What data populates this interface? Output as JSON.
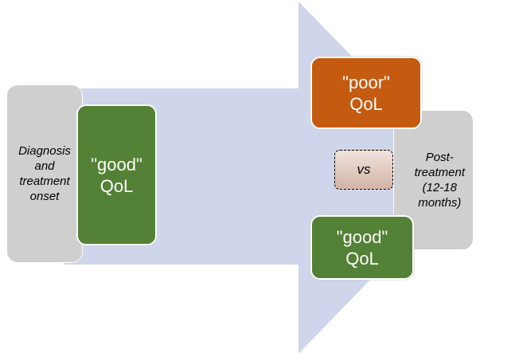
{
  "diagram": {
    "start_label": "Diagnosis\nand\ntreatment\nonset",
    "start_qol": "\"good\"\nQoL",
    "end_poor_qol": "\"poor\"\nQoL",
    "comparison": "vs",
    "end_label": "Post-\ntreatment\n(12-18\nmonths)",
    "end_good_qol": "\"good\"\nQoL"
  },
  "colors": {
    "arrow_fill": "#cfd5ea",
    "label_box": "#d0cfcf",
    "good_qol": "#538135",
    "poor_qol": "#c55a11",
    "vs_fill": "#e3cdc3"
  }
}
